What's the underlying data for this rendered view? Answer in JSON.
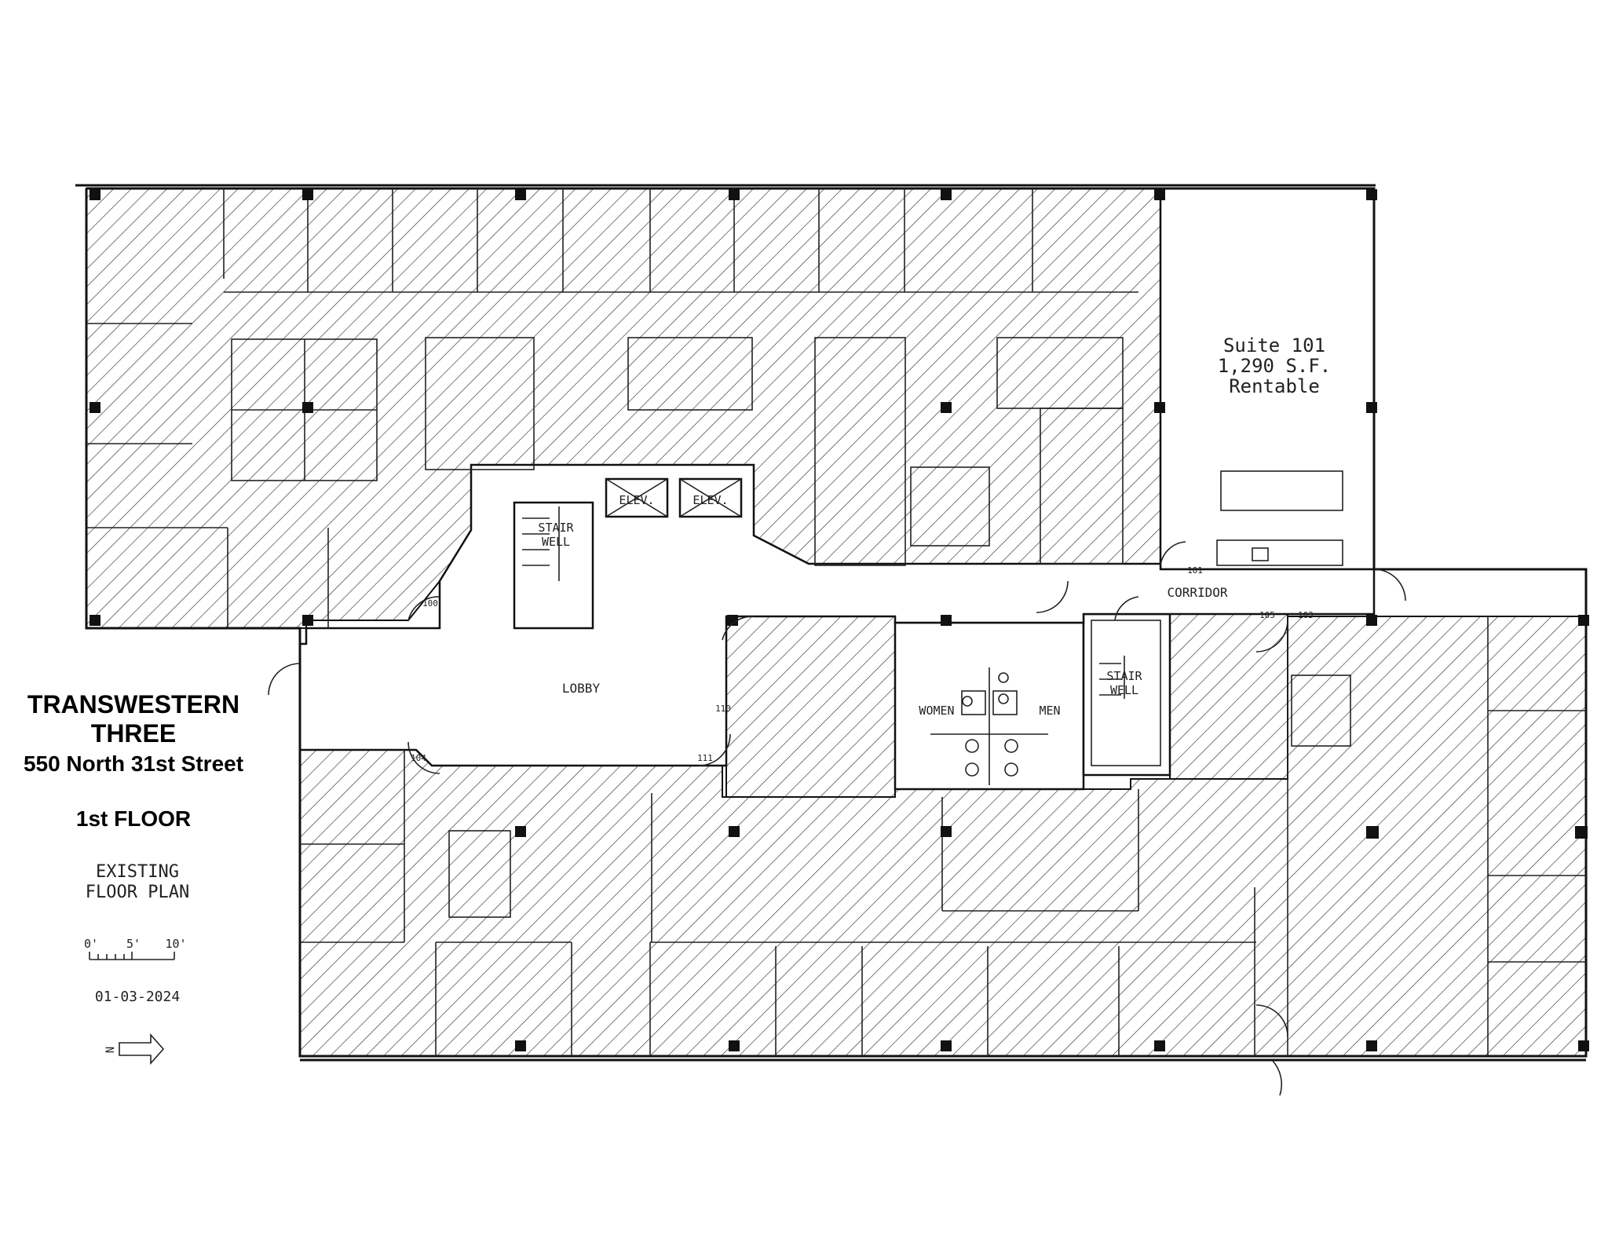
{
  "title_block": {
    "building_name": "TRANSWESTERN",
    "building_number": "THREE",
    "address": "550 North 31st Street",
    "floor": "1st FLOOR",
    "plan_type_line1": "EXISTING",
    "plan_type_line2": "FLOOR PLAN",
    "scale_labels": [
      "0'",
      "5'",
      "10'"
    ],
    "date": "01-03-2024",
    "north_symbol": "north-arrow-icon",
    "north_letter": "N"
  },
  "suite": {
    "name": "Suite 101",
    "area": "1,290 S.F.",
    "note": "Rentable"
  },
  "room_labels": {
    "lobby": "LOBBY",
    "corridor": "CORRIDOR",
    "elevator": "ELEV.",
    "stair_line1": "STAIR",
    "stair_line2": "WELL",
    "women": "WOMEN",
    "men": "MEN"
  },
  "room_numbers": {
    "r100": "100",
    "r101": "101",
    "r103": "103",
    "r104": "104",
    "r105": "105",
    "r110": "110",
    "r111": "111"
  },
  "colors": {
    "line": "#111111",
    "background": "#ffffff",
    "hatch": "#333333"
  }
}
